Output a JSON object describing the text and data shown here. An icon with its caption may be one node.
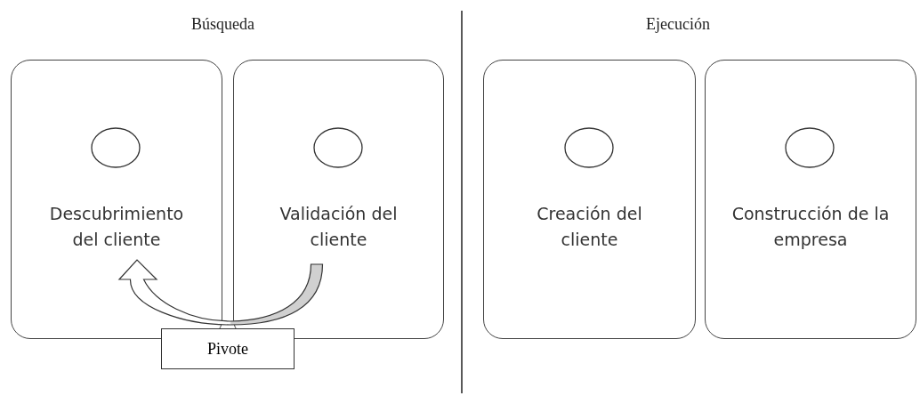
{
  "diagram": {
    "nodes": [
      {
        "text": [
          "Descubrimiento del cliente"
        ]
      },
      {
        "text": [],
        "shape": "circle",
        "in": 0
      },
      {
        "text": [
          "Validación del cliente"
        ]
      },
      {
        "text": [],
        "shape": "circle",
        "in": 2
      },
      {
        "text": [
          "Creación del cliente"
        ]
      },
      {
        "text": [],
        "shape": "circle",
        "in": 4
      },
      {
        "text": [
          "Construcción de la empresa"
        ]
      },
      {
        "text": [],
        "shape": "circle",
        "in": 6
      },
      {
        "text": [
          "Pivote"
        ]
      }
    ],
    "edges": [
      {
        "from": 2,
        "to": 0,
        "arrow": "to",
        "style": "thick"
      }
    ],
    "labels": [
      "Búsqueda",
      "Ejecución"
    ]
  }
}
